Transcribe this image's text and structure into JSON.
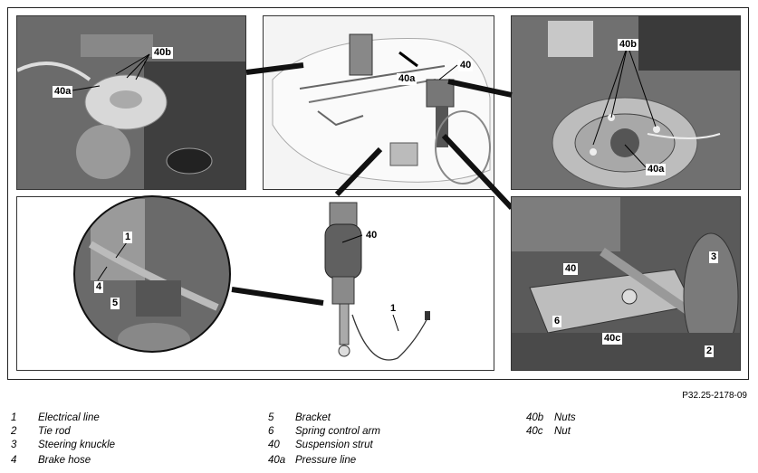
{
  "callouts": {
    "p1_40b": "40b",
    "p1_40a": "40a",
    "p2_40": "40",
    "p2_40a": "40a",
    "p3_40b": "40b",
    "p3_40a": "40a",
    "p4_40": "40",
    "p4_1": "1",
    "p4_zoom_1": "1",
    "p4_zoom_4": "4",
    "p4_zoom_5": "5",
    "p5_3": "3",
    "p5_40": "40",
    "p5_6": "6",
    "p5_40c": "40c",
    "p5_2": "2"
  },
  "reference": "P32.25-2178-09",
  "legend": [
    {
      "num": "1",
      "text": "Electrical line"
    },
    {
      "num": "2",
      "text": "Tie rod"
    },
    {
      "num": "3",
      "text": "Steering knuckle"
    },
    {
      "num": "4",
      "text": "Brake hose"
    },
    {
      "num": "5",
      "text": "Bracket"
    },
    {
      "num": "6",
      "text": "Spring control arm"
    },
    {
      "num": "40",
      "text": "Suspension strut"
    },
    {
      "num": "40a",
      "text": "Pressure line"
    },
    {
      "num": "40b",
      "text": "Nuts"
    },
    {
      "num": "40c",
      "text": "Nut"
    }
  ]
}
